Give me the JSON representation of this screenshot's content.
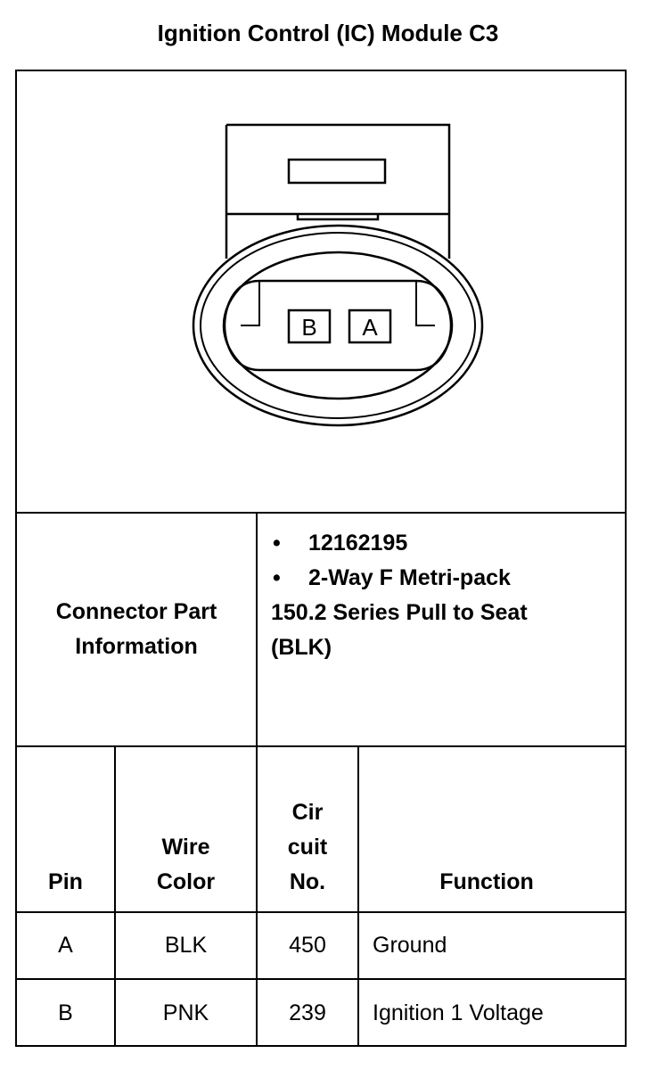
{
  "title": "Ignition Control (IC) Module C3",
  "connector": {
    "cavity_labels": [
      "B",
      "A"
    ]
  },
  "part_info": {
    "label_lines": [
      "Connector Part",
      "Information"
    ],
    "bullets": [
      "12162195",
      "2-Way F Metri-pack"
    ],
    "continuation_lines": [
      "150.2 Series Pull to Seat",
      "(BLK)"
    ]
  },
  "table": {
    "headers": {
      "pin": [
        "Pin"
      ],
      "wire_color": [
        "Wire",
        "Color"
      ],
      "circuit_no": [
        "Cir",
        "cuit",
        "No."
      ],
      "function": [
        "Function"
      ]
    },
    "rows": [
      {
        "pin": "A",
        "wire_color": "BLK",
        "circuit_no": "450",
        "function": "Ground"
      },
      {
        "pin": "B",
        "wire_color": "PNK",
        "circuit_no": "239",
        "function": "Ignition 1 Voltage"
      }
    ]
  },
  "bullet_glyph": "•"
}
